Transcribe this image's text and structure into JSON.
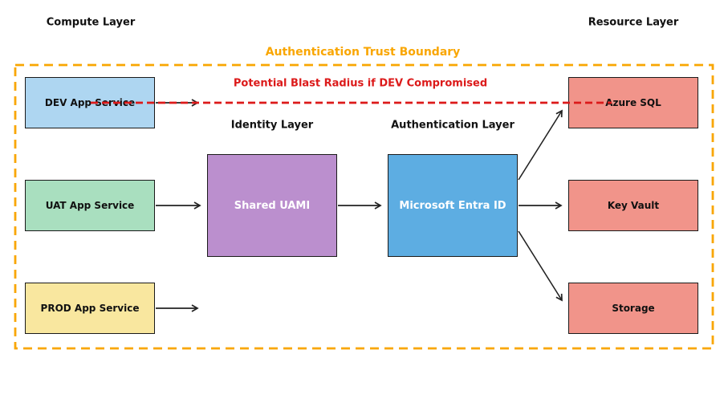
{
  "title": "Authentication Trust Boundary",
  "warning": "Potential Blast Radius if DEV Compromised",
  "layers": {
    "compute": "Compute Layer",
    "resource": "Resource Layer",
    "identity": "Identity Layer",
    "authentication": "Authentication Layer"
  },
  "nodes": {
    "dev": {
      "label": "DEV App Service",
      "color": "#aed6f1"
    },
    "uat": {
      "label": "UAT App Service",
      "color": "#a9dfbf"
    },
    "prod": {
      "label": "PROD App Service",
      "color": "#f9e79f"
    },
    "uami": {
      "label": "Shared UAMI",
      "color": "#bb8fce"
    },
    "entra": {
      "label": "Microsoft Entra ID",
      "color": "#5dade2"
    },
    "sql": {
      "label": "Azure SQL",
      "color": "#f1948a"
    },
    "keyvault": {
      "label": "Key Vault",
      "color": "#f1948a"
    },
    "storage": {
      "label": "Storage",
      "color": "#f1948a"
    }
  },
  "edges": [
    {
      "from": "dev",
      "to": "",
      "style": "solid-black-arrow"
    },
    {
      "from": "uat",
      "to": "uami",
      "style": "solid-black-arrow"
    },
    {
      "from": "prod",
      "to": "",
      "style": "solid-black-arrow"
    },
    {
      "from": "uami",
      "to": "entra",
      "style": "solid-black-arrow"
    },
    {
      "from": "entra",
      "to": "sql",
      "style": "solid-black-arrow"
    },
    {
      "from": "entra",
      "to": "keyvault",
      "style": "solid-black-arrow"
    },
    {
      "from": "entra",
      "to": "storage",
      "style": "solid-black-arrow"
    },
    {
      "from": "dev",
      "to": "sql",
      "style": "red-dashed-blast-radius"
    }
  ],
  "colors": {
    "boundary": "#f9a602",
    "warning_red": "#dc1a1a",
    "arrow_black": "#222222"
  }
}
